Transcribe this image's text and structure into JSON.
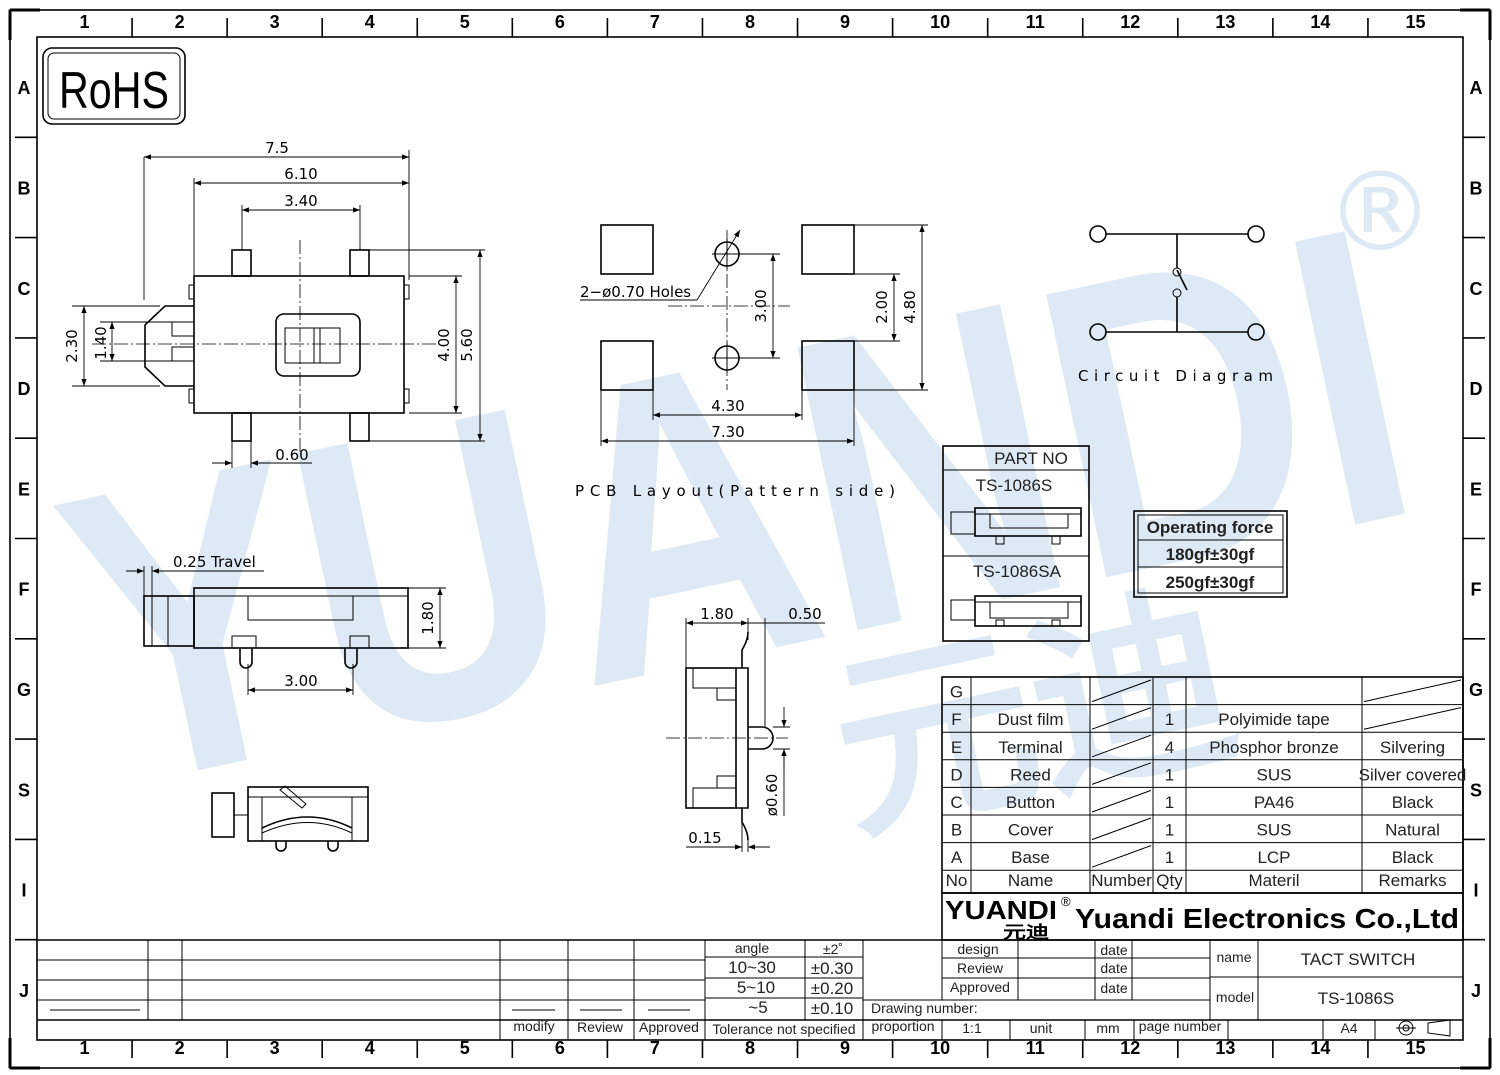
{
  "border": {
    "columns": [
      "1",
      "2",
      "3",
      "4",
      "5",
      "6",
      "7",
      "8",
      "9",
      "10",
      "11",
      "12",
      "13",
      "14",
      "15"
    ],
    "rows": [
      "A",
      "B",
      "C",
      "D",
      "E",
      "F",
      "G",
      "S",
      "I",
      "J"
    ]
  },
  "rohs": "RoHS",
  "watermark": {
    "text": "YUANDI",
    "chinese": "元迪",
    "registered": "®",
    "color": "#dbe8f4"
  },
  "dims": {
    "top_width_75": "7.5",
    "top_width_610": "6.10",
    "top_width_340": "3.40",
    "left_230": "2.30",
    "left_140": "1.40",
    "right_400": "4.00",
    "right_560": "5.60",
    "bottom_060": "0.60",
    "pcb_holes": "2−ø0.70 Holes",
    "pcb_300": "3.00",
    "pcb_200": "2.00",
    "pcb_480": "4.80",
    "pcb_430": "4.30",
    "pcb_730": "7.30",
    "travel": "0.25 Travel",
    "side_180": "1.80",
    "side_300": "3.00",
    "end_180": "1.80",
    "end_050": "0.50",
    "end_060": "ø0.60",
    "end_015": "0.15"
  },
  "labels": {
    "pcb_layout": "PCB Layout(Pattern side)",
    "circuit": "Circuit Diagram"
  },
  "part_no": {
    "header": "PART NO",
    "variants": [
      "TS-1086S",
      "TS-1086SA"
    ]
  },
  "operating_force": {
    "header": "Operating force",
    "values": [
      "180gf±30gf",
      "250gf±30gf"
    ]
  },
  "bom": {
    "rows": [
      {
        "no": "G",
        "name": "",
        "qty": "",
        "material": "",
        "remarks": ""
      },
      {
        "no": "F",
        "name": "Dust film",
        "qty": "1",
        "material": "Polyimide tape",
        "remarks": ""
      },
      {
        "no": "E",
        "name": "Terminal",
        "qty": "4",
        "material": "Phosphor bronze",
        "remarks": "Silvering"
      },
      {
        "no": "D",
        "name": "Reed",
        "qty": "1",
        "material": "SUS",
        "remarks": "Silver covered"
      },
      {
        "no": "C",
        "name": "Button",
        "qty": "1",
        "material": "PA46",
        "remarks": "Black"
      },
      {
        "no": "B",
        "name": "Cover",
        "qty": "1",
        "material": "SUS",
        "remarks": "Natural"
      },
      {
        "no": "A",
        "name": "Base",
        "qty": "1",
        "material": "LCP",
        "remarks": "Black"
      }
    ],
    "header": {
      "no": "No",
      "name": "Name",
      "number": "Number",
      "qty": "Qty",
      "material": "Materil",
      "remarks": "Remarks"
    }
  },
  "company": {
    "logo": "YUANDI",
    "logo_cn": "元迪",
    "registered": "®",
    "name": "Yuandi Electronics Co.,Ltd"
  },
  "title_block": {
    "tolerance": [
      {
        "range": "angle",
        "value": "±2˚"
      },
      {
        "range": "10~30",
        "value": "±0.30"
      },
      {
        "range": "5~10",
        "value": "±0.20"
      },
      {
        "range": "~5",
        "value": "±0.10"
      }
    ],
    "tolerance_note": "Tolerance not specified",
    "modify": "modify",
    "review": "Review",
    "approved": "Approved",
    "design": "design",
    "review2": "Review",
    "approved2": "Approved",
    "date": "date",
    "name_label": "name",
    "name_value": "TACT SWITCH",
    "model_label": "model",
    "model_value": "TS-1086S",
    "drawing_number": "Drawing number:",
    "proportion": "proportion",
    "scale": "1:1",
    "unit": "unit",
    "mm": "mm",
    "page_number": "page number",
    "paper": "A4"
  }
}
